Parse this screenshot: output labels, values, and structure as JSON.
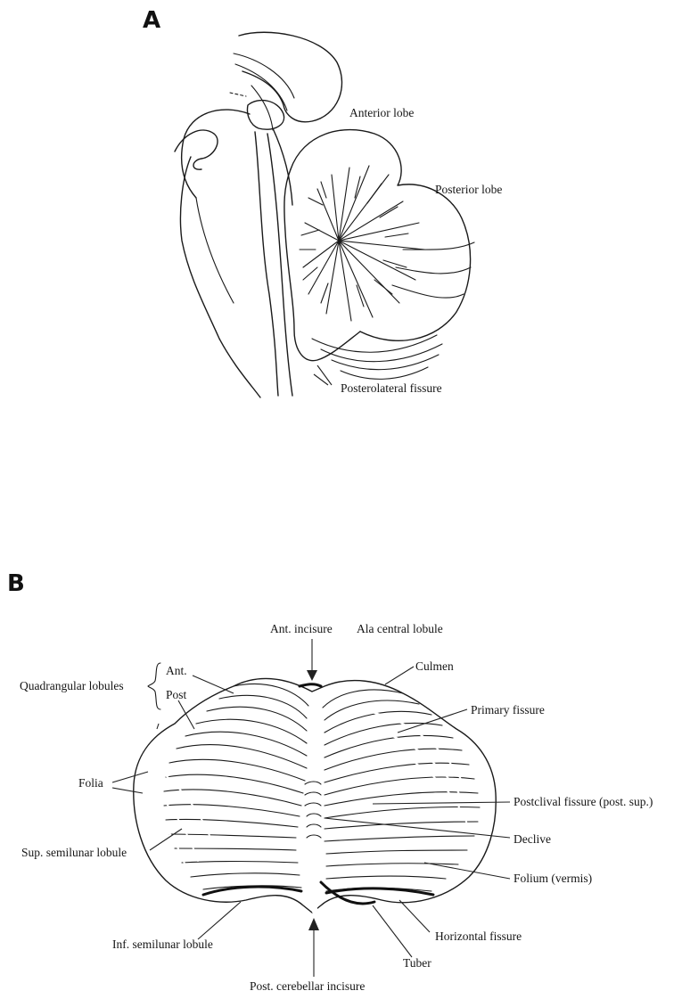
{
  "panels": {
    "a": {
      "letter": "A",
      "labels": {
        "anterior_lobe": "Anterior lobe",
        "posterior_lobe": "Posterior lobe",
        "posterolateral_fissure": "Posterolateral fissure"
      }
    },
    "b": {
      "letter": "B",
      "labels": {
        "ant_incisure": "Ant. incisure",
        "ala_central_lobule": "Ala central lobule",
        "quadrangular_lobules": "Quadrangular lobules",
        "ant": "Ant.",
        "post": "Post",
        "culmen": "Culmen",
        "primary_fissure": "Primary fissure",
        "folia": "Folia",
        "postclival_fissure": "Postclival fissure (post. sup.)",
        "declive": "Declive",
        "sup_semilunar_lobule": "Sup. semilunar lobule",
        "folium_vermis": "Folium (vermis)",
        "horizontal_fissure": "Horizontal fissure",
        "inf_semilunar_lobule": "Inf. semilunar lobule",
        "tuber": "Tuber",
        "post_cerebellar_incisure": "Post. cerebellar incisure"
      }
    }
  }
}
